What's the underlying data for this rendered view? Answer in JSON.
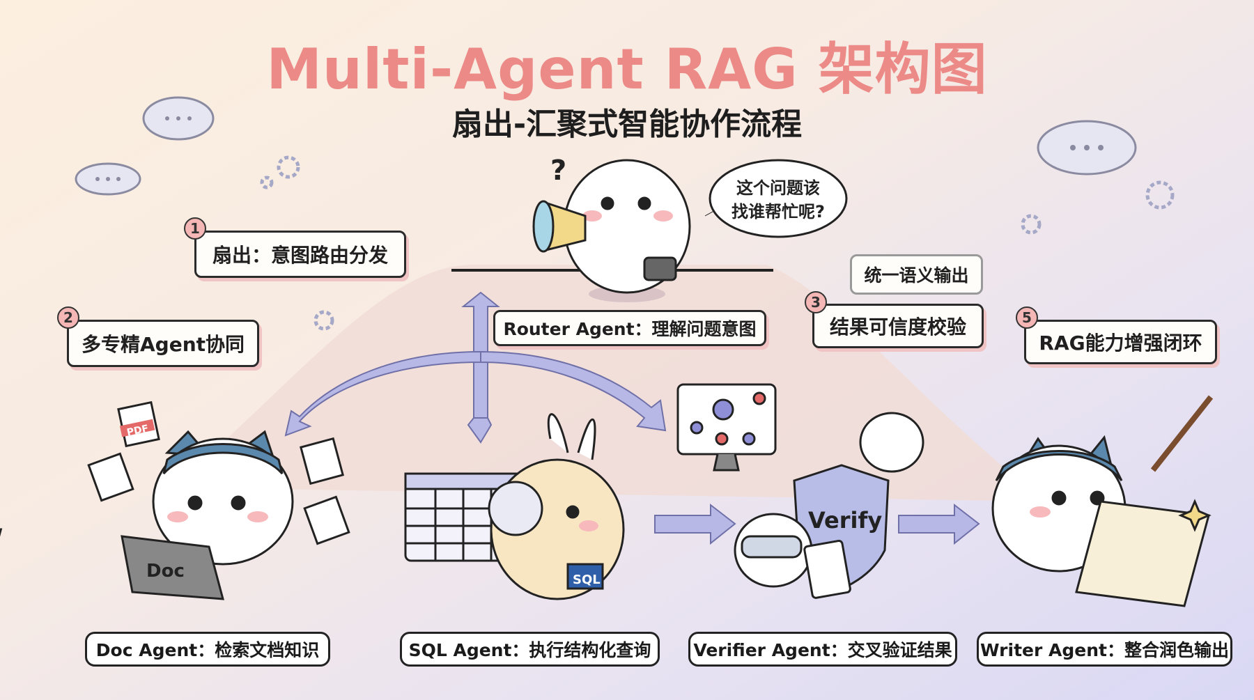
{
  "title": "Multi-Agent RAG 架构图",
  "subtitle": "扇出-汇聚式智能协作流程",
  "steps": [
    {
      "badge": "1",
      "label": "扇出：意图路由分发"
    },
    {
      "badge": "2",
      "label": "多专精Agent协同"
    },
    {
      "badge": "3",
      "label": "结果可信度校验"
    },
    {
      "badge": "5",
      "label": "RAG能力增强闭环"
    }
  ],
  "unified_output": "统一语义输出",
  "router": {
    "label": "Router Agent：理解问题意图",
    "speech_line1": "这个问题该",
    "speech_line2": "找谁帮忙呢?",
    "question_mark": "?"
  },
  "agents": [
    {
      "label": "Doc Agent：检索文档知识",
      "icon_text": "Doc",
      "pdf": "PDF"
    },
    {
      "label": "SQL Agent：执行结构化查询",
      "icon_text": "SQL"
    },
    {
      "label": "Verifier Agent：交叉验证结果",
      "icon_text": "Verify"
    },
    {
      "label": "Writer Agent：整合润色输出"
    }
  ],
  "colors": {
    "title": "#ec8a88",
    "arrow": "#b7b8e6",
    "badge": "#f5b7b5"
  }
}
